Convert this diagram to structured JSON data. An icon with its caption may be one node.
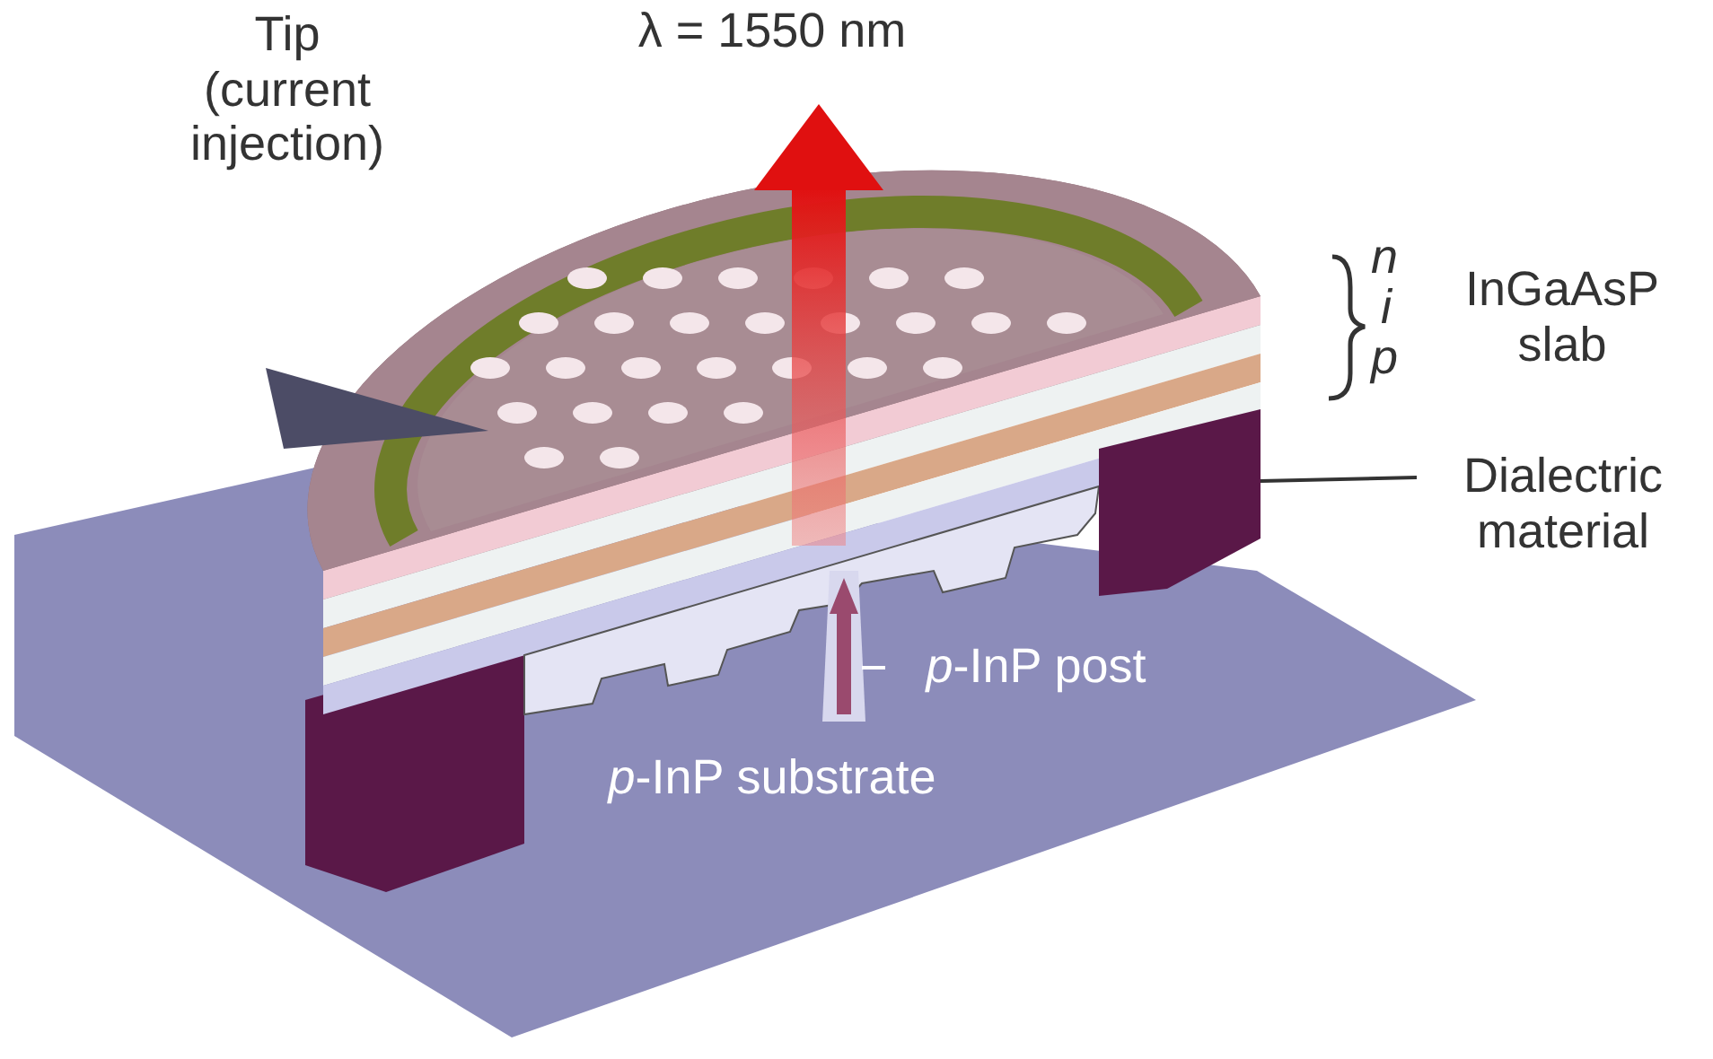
{
  "diagram": {
    "nodes": [
      {
        "text": [
          "Dialectric material"
        ]
      },
      {
        "text": [],
        "shape": "box"
      },
      {
        "text": [
          "*p*-InP post"
        ]
      },
      {
        "text": [],
        "shape": "bar"
      }
    ],
    "edges": [
      {
        "from": 0,
        "to": 1,
        "arrow": "none"
      },
      {
        "from": 2,
        "to": 3,
        "arrow": "none",
        "color": "#ffffff"
      }
    ],
    "labels": [
      "Tip (current injection)",
      "λ = 1550 nm",
      "n",
      "i",
      "p",
      "InGaAsP slab",
      "*p*-InP substrate"
    ]
  }
}
